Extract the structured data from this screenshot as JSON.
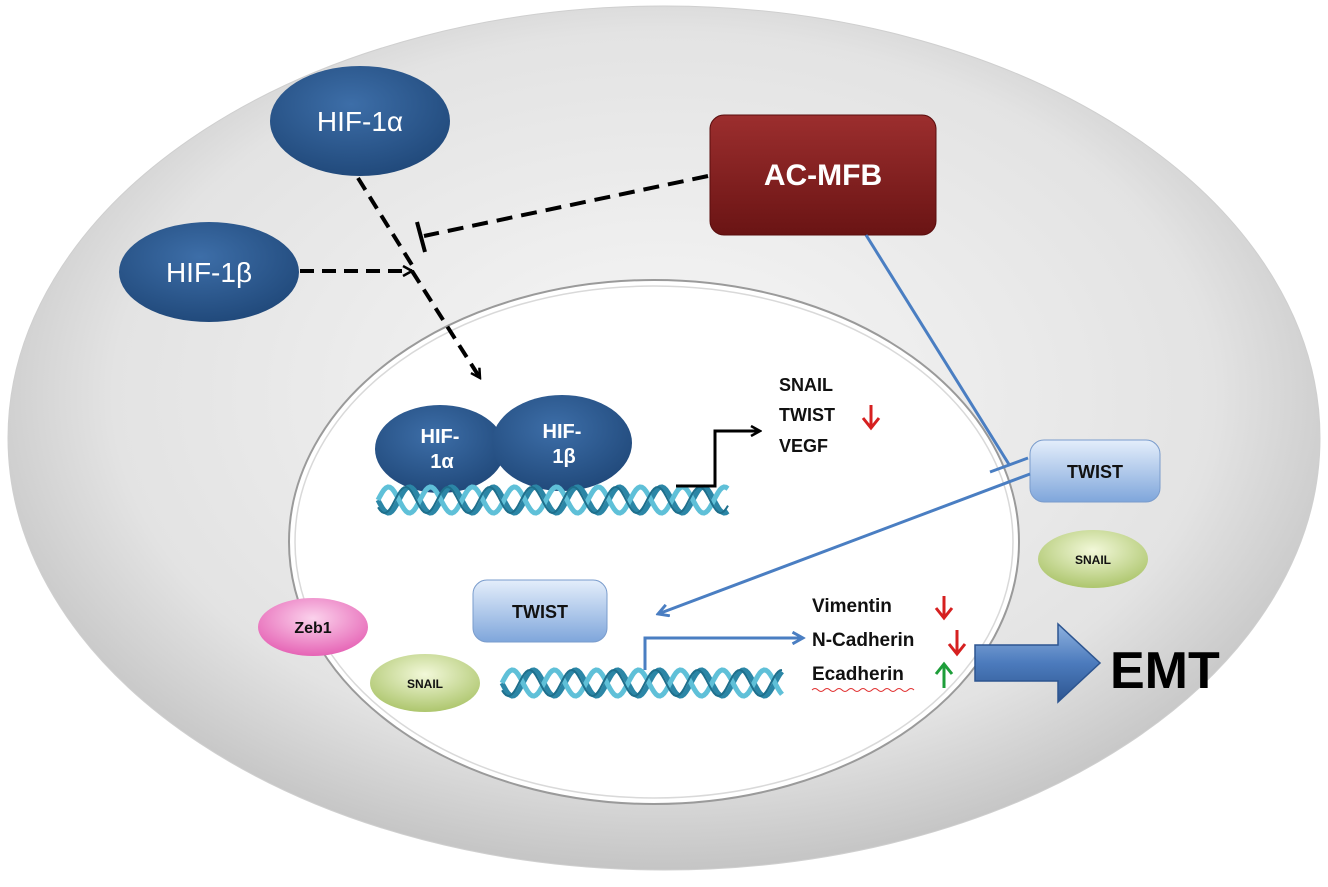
{
  "diagram": {
    "nodes": {
      "hif1a": "HIF-1α",
      "hif1b": "HIF-1β",
      "acmfb": "AC-MFB",
      "complex_a_line1": "HIF-",
      "complex_a_line2": "1α",
      "complex_b_line1": "HIF-",
      "complex_b_line2": "1β",
      "twist_outer": "TWIST",
      "snail_outer": "SNAIL",
      "twist_inner": "TWIST",
      "zeb1": "Zeb1",
      "snail_inner": "SNAIL",
      "emt": "EMT"
    },
    "target_genes": [
      "SNAIL",
      "TWIST",
      "VEGF"
    ],
    "emt_markers": [
      "Vimentin",
      "N-Cadherin",
      "Ecadherin"
    ],
    "marker_directions": [
      "down",
      "down",
      "up"
    ],
    "twist_direction": "down"
  }
}
